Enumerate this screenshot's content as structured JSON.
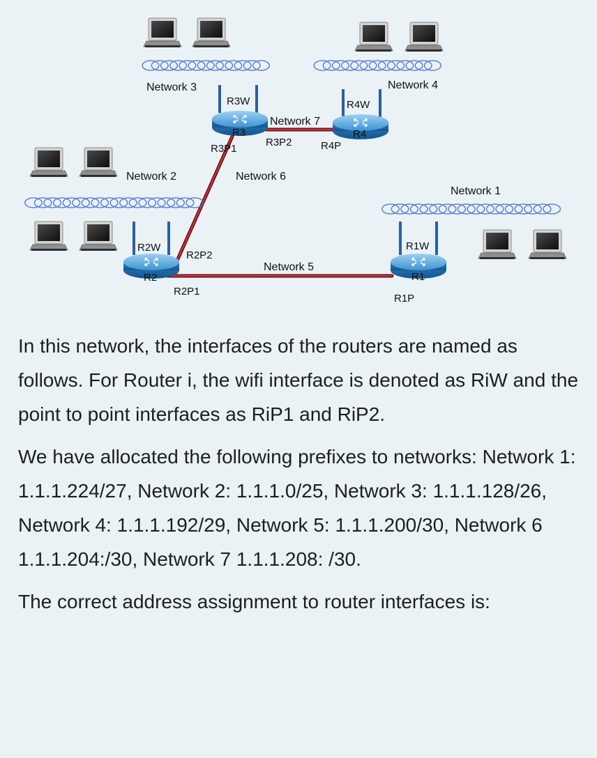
{
  "diagram": {
    "networks": {
      "n1": "Network 1",
      "n2": "Network 2",
      "n3": "Network 3",
      "n4": "Network 4",
      "n5": "Network 5",
      "n6": "Network 6",
      "n7": "Network 7"
    },
    "routers": {
      "r1": {
        "name": "R1",
        "wifi": "R1W",
        "p1": "R1P"
      },
      "r2": {
        "name": "R2",
        "wifi": "R2W",
        "p1": "R2P1",
        "p2": "R2P2"
      },
      "r3": {
        "name": "R3",
        "wifi": "R3W",
        "p1": "R3P1",
        "p2": "R3P2"
      },
      "r4": {
        "name": "R4",
        "wifi": "R4W",
        "p1": "R4P"
      }
    },
    "colors": {
      "link": "#c1272d",
      "router": "#2a84c4",
      "antenna": "#2c5f9e",
      "wave": "#4a6fd8"
    }
  },
  "text": {
    "p1": "In this network, the interfaces of the routers are named as follows. For Router i, the wifi interface is denoted as RiW and the point to point interfaces as RiP1 and RiP2.",
    "p2": "We have allocated the following prefixes to networks: Network 1: 1.1.1.224/27, Network 2: 1.1.1.0/25, Network 3: 1.1.1.128/26, Network 4: 1.1.1.192/29, Network 5: 1.1.1.200/30, Network 6 1.1.1.204:/30, Network 7 1.1.1.208: /30.",
    "p3": "The correct address assignment to router interfaces is:"
  }
}
